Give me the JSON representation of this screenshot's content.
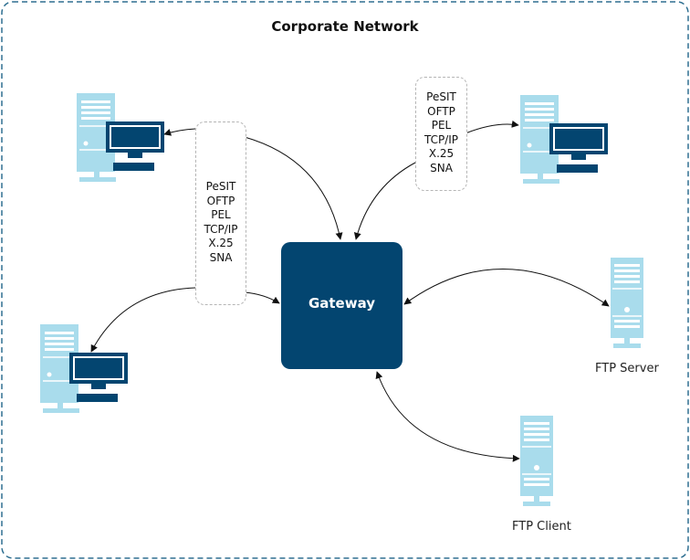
{
  "title": "Corporate Network",
  "gateway": {
    "label": "Gateway"
  },
  "protocol_box_left": {
    "protocols": [
      "PeSIT",
      "OFTP",
      "PEL",
      "TCP/IP",
      "X.25",
      "SNA"
    ]
  },
  "protocol_box_right": {
    "protocols": [
      "PeSIT",
      "OFTP",
      "PEL",
      "TCP/IP",
      "X.25",
      "SNA"
    ]
  },
  "nodes": {
    "ftp_server": {
      "label": "FTP Server"
    },
    "ftp_client": {
      "label": "FTP Client"
    }
  },
  "colors": {
    "gateway": "#034570",
    "frame_border": "#2e6f91",
    "device_light": "#a9dcec",
    "device_dark": "#034570",
    "arrow": "#111111"
  }
}
